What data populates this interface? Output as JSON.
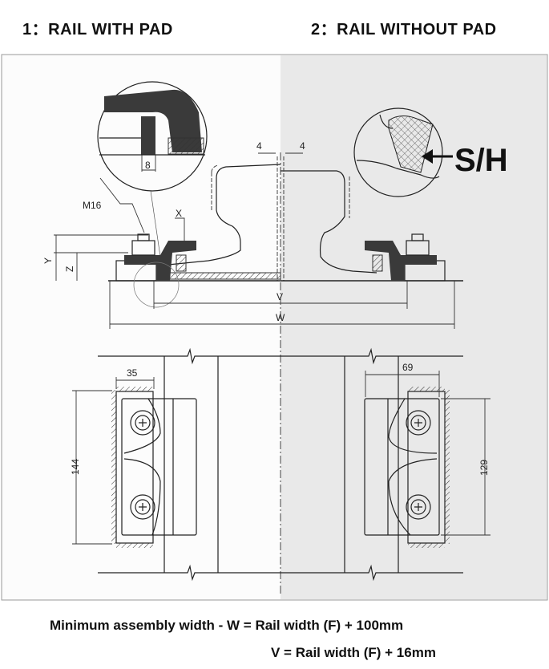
{
  "titles": {
    "left": "1：RAIL WITH PAD",
    "right": "2：RAIL WITHOUT PAD"
  },
  "labels": {
    "detail_8": "8",
    "gap_left": "4",
    "gap_right": "4",
    "bolt": "M16",
    "x": "X",
    "y": "Y",
    "z": "Z",
    "v": "V",
    "w": "W",
    "sh": "S/H",
    "dim_35": "35",
    "dim_144": "144",
    "dim_69": "69",
    "dim_129": "129"
  },
  "footer": {
    "line1": "Minimum assembly width - W = Rail width (F) + 100mm",
    "line2": "V = Rail width (F) + 16mm"
  },
  "colors": {
    "right_panel": "#e9e9e9",
    "ink": "#222222",
    "clip": "#3a3a3a"
  }
}
